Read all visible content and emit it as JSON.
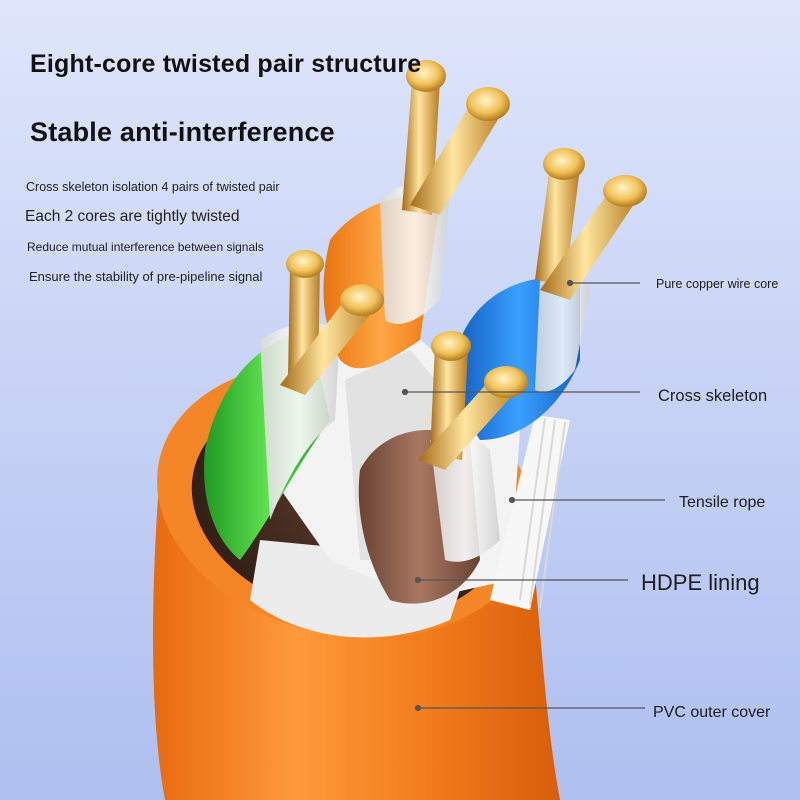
{
  "headline": {
    "line1": "Eight-core twisted pair structure",
    "line2": "Stable anti-interference"
  },
  "features": [
    "Cross skeleton isolation 4 pairs of twisted pair",
    "Each 2 cores are tightly twisted",
    "Reduce mutual interference between signals",
    "Ensure the stability of pre-pipeline signal"
  ],
  "callouts": {
    "copper": "Pure copper wire core",
    "skeleton": "Cross skeleton",
    "rope": "Tensile rope",
    "hdpe": "HDPE lining",
    "pvc": "PVC outer cover"
  },
  "colors": {
    "jacket": "#f07a1a",
    "pair_orange": "#f5901f",
    "pair_green": "#3fbf3a",
    "pair_blue": "#1f7de0",
    "pair_brown": "#8a5a45",
    "copper": "#e0a93a",
    "skeleton": "#f4f4f4"
  }
}
